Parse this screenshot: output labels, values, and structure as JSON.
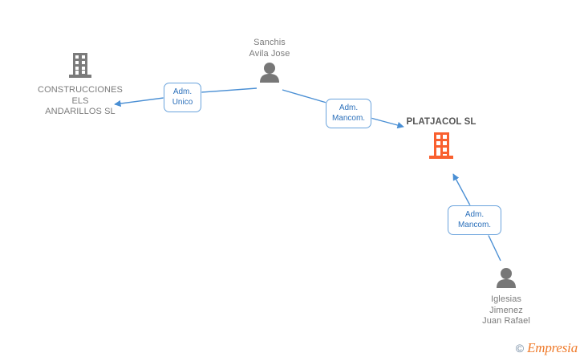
{
  "diagram": {
    "type": "corporate-relationship-graph",
    "background_color": "#ffffff",
    "edge_color": "#4a8fd4",
    "chip_border_color": "#6aa3dc",
    "chip_text_color": "#2a6fba",
    "company_color": "#7b7b7b",
    "focal_company_color": "#f9602f",
    "person_color": "#777777",
    "nodes": [
      {
        "id": "constr",
        "kind": "company",
        "label": "CONSTRUCCIONES\nELS\nANDARILLOS SL",
        "icon": "building-icon",
        "focal": false
      },
      {
        "id": "sanchis",
        "kind": "person",
        "label": "Sanchis\nAvila Jose",
        "icon": "person-icon"
      },
      {
        "id": "platjacol",
        "kind": "company",
        "label": "PLATJACOL SL",
        "icon": "building-icon",
        "focal": true
      },
      {
        "id": "iglesias",
        "kind": "person",
        "label": "Iglesias\nJimenez\nJuan Rafael",
        "icon": "person-icon"
      }
    ],
    "relations": [
      {
        "id": "rel-1",
        "label": "Adm.\nUnico",
        "from": "sanchis",
        "to": "constr"
      },
      {
        "id": "rel-2",
        "label": "Adm.\nMancom.",
        "from": "sanchis",
        "to": "platjacol"
      },
      {
        "id": "rel-3",
        "label": "Adm.\nMancom.",
        "from": "iglesias",
        "to": "platjacol"
      }
    ]
  },
  "watermark": {
    "copyright": "©",
    "brand": "Empresia"
  }
}
